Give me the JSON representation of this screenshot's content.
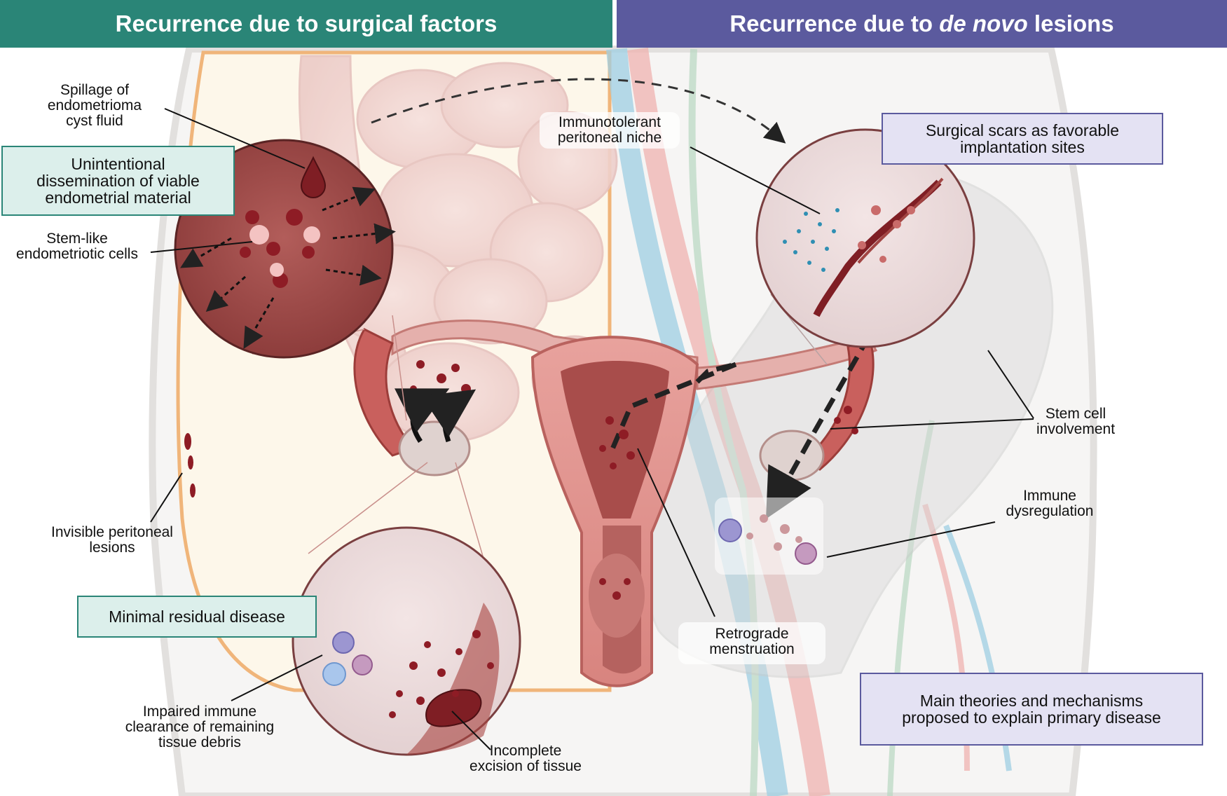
{
  "header": {
    "left_title": "Recurrence due to surgical factors",
    "right_title_prefix": "Recurrence due to ",
    "right_title_italic": "de novo",
    "right_title_suffix": " lesions"
  },
  "labels": {
    "spillage": "Spillage of\nendometrioma\ncyst fluid",
    "stem_like": "Stem-like\nendometriotic cells",
    "invisible": "Invisible peritoneal\nlesions",
    "impaired": "Impaired immune\nclearance of remaining\ntissue debris",
    "incomplete": "Incomplete\nexcision of tissue",
    "immunotolerant": "Immunotolerant\nperitoneal niche",
    "stem_cell": "Stem cell\ninvolvement",
    "immune_dys": "Immune\ndysregulation",
    "retrograde": "Retrograde\nmenstruation"
  },
  "boxes": {
    "unintentional": "Unintentional\ndissemination of viable\nendometrial material",
    "minimal": "Minimal residual disease",
    "scars": "Surgical scars as favorable\nimplantation sites",
    "theories": "Main theories and mechanisms\nproposed to explain primary disease"
  },
  "colors": {
    "teal": "#2a8577",
    "purple": "#5b5a9e",
    "lesion": "#8e1c25",
    "uterus": "#d98a86"
  }
}
